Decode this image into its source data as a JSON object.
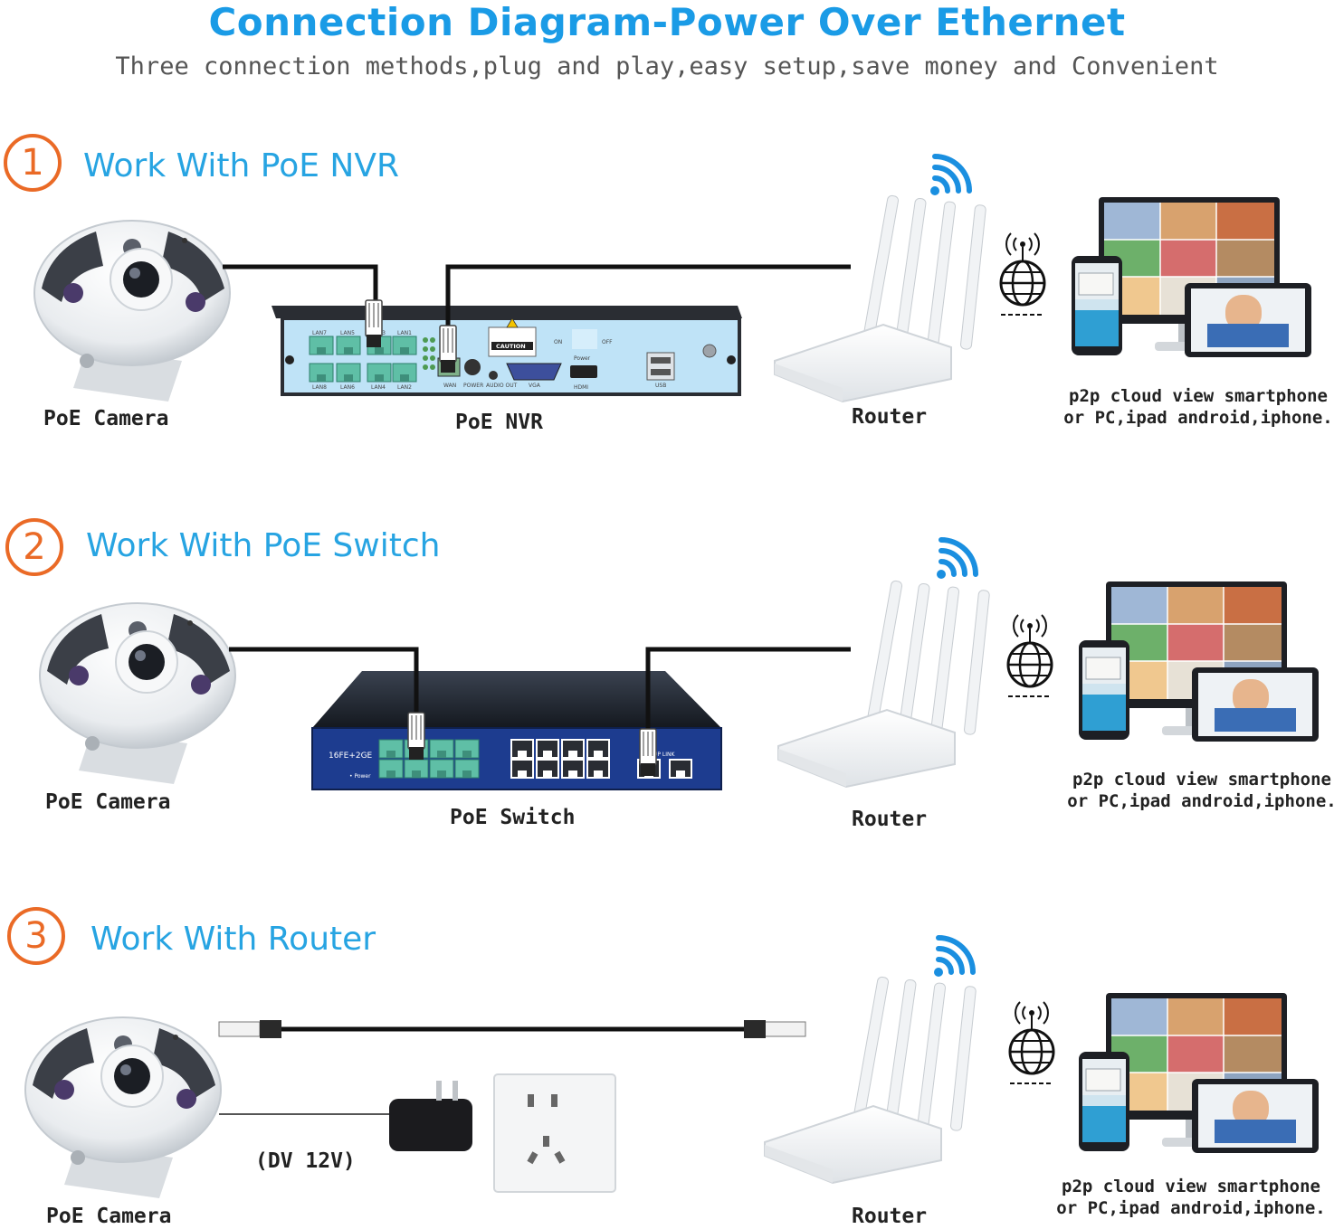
{
  "header": {
    "title": "Connection Diagram-Power Over Ethernet",
    "subtitle": "Three connection methods,plug and play,easy setup,save money and Convenient"
  },
  "sections": [
    {
      "number": "1",
      "title": "Work With PoE NVR",
      "camera_label": "PoE Camera",
      "middle_label": "PoE NVR",
      "router_label": "Router",
      "cloud_line1": "p2p cloud view smartphone",
      "cloud_line2": "or PC,ipad android,iphone."
    },
    {
      "number": "2",
      "title": "Work With PoE Switch",
      "camera_label": "PoE Camera",
      "middle_label": "PoE Switch",
      "router_label": "Router",
      "cloud_line1": "p2p cloud view smartphone",
      "cloud_line2": "or PC,ipad android,iphone."
    },
    {
      "number": "3",
      "title": "Work With Router",
      "camera_label": "PoE Camera",
      "power_label": "(DV 12V)",
      "router_label": "Router",
      "cloud_line1": "p2p cloud view smartphone",
      "cloud_line2": "or PC,ipad android,iphone."
    }
  ],
  "nvr_panel": {
    "lan_labels_top": [
      "LAN7",
      "LAN5",
      "LAN3",
      "LAN1"
    ],
    "lan_labels_bottom": [
      "LAN8",
      "LAN6",
      "LAN4",
      "LAN2"
    ],
    "caution": "CAUTION",
    "on": "ON",
    "off": "OFF",
    "power": "Power",
    "ports": [
      "WAN",
      "POWER",
      "AUDIO OUT",
      "VGA",
      "HDMI",
      "USB"
    ]
  },
  "switch_panel": {
    "model": "16FE+2GE",
    "power": "• Power",
    "uplink": "UP LINK"
  },
  "colors": {
    "title_blue": "#1a9be6",
    "section_blue": "#27a4e2",
    "number_orange": "#ea6a26",
    "wifi_blue": "#1a8fe0",
    "nvr_panel": "#bfe3f7",
    "switch_panel": "#1d3c8f",
    "port_green": "#5fbfa6"
  },
  "icons": [
    "camera-icon",
    "nvr-icon",
    "switch-icon",
    "router-icon",
    "wifi-icon",
    "globe-icon",
    "devices-icon",
    "adapter-icon",
    "socket-icon",
    "ethernet-plug-icon"
  ]
}
